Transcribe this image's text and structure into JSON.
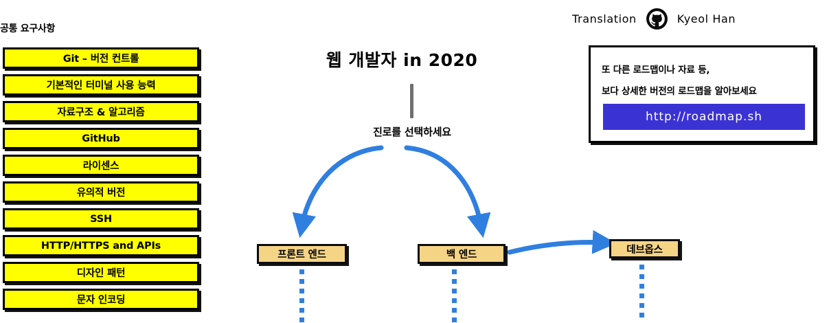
{
  "common": {
    "heading": "공통 요구사항",
    "items": [
      {
        "label": "Git – 버전 컨트롤"
      },
      {
        "label": "기본적인 터미널 사용 능력"
      },
      {
        "label": "자료구조 & 알고리즘"
      },
      {
        "label": "GitHub"
      },
      {
        "label": "라이센스"
      },
      {
        "label": "유의적 버전"
      },
      {
        "label": "SSH"
      },
      {
        "label": "HTTP/HTTPS and APIs"
      },
      {
        "label": "디자인 패턴"
      },
      {
        "label": "문자 인코딩"
      }
    ]
  },
  "center": {
    "title": "웹 개발자 in 2020",
    "subtitle": "진로를 선택하세요"
  },
  "branches": {
    "frontend": {
      "label": "프론트 엔드"
    },
    "backend": {
      "label": "백 엔드"
    },
    "devops": {
      "label": "데브옵스"
    }
  },
  "credit": {
    "prefix": "Translation",
    "icon": "github-icon",
    "name": "Kyeol Han"
  },
  "roadmap": {
    "line1": "또 다른 로드맵이나 자료 등,",
    "line2": "보다 상세한 버전의 로드맵을 알아보세요",
    "button_label": "http://roadmap.sh"
  },
  "colors": {
    "requirement_fill": "#ffff00",
    "branch_fill": "#f5d486",
    "arrow_blue": "#2f7fe0",
    "roadmap_button": "#3b32d4",
    "stem_gray": "#6f6f6f"
  }
}
